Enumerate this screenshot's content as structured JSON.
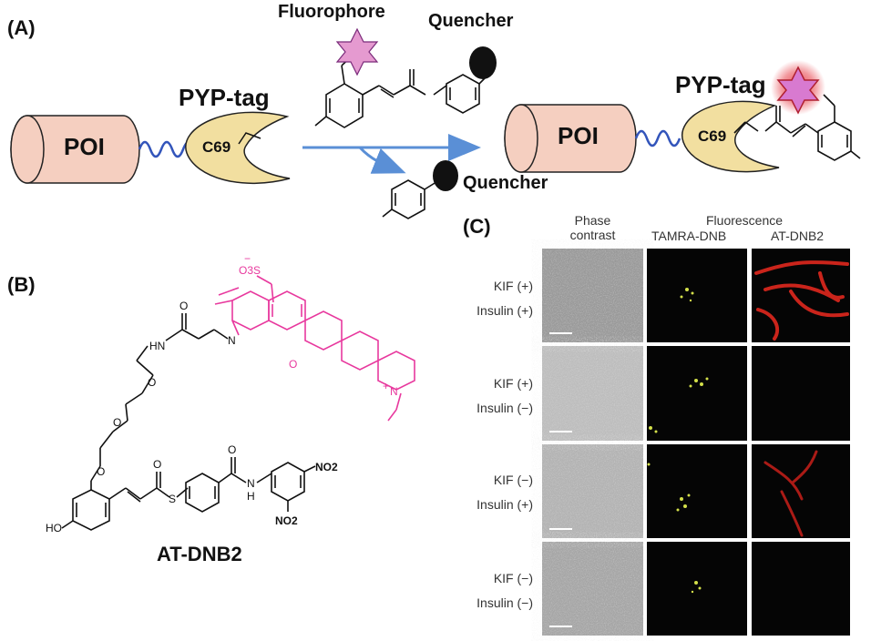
{
  "panelA": {
    "label": "(A)",
    "fluorophore": "Fluorophore",
    "quencher_top": "Quencher",
    "quencher_bottom": "Quencher",
    "pyp_left": "PYP-tag",
    "pyp_right": "PYP-tag",
    "poi_left": "POI",
    "poi_right": "POI",
    "c69_left": "C69",
    "c69_right": "C69"
  },
  "panelB": {
    "label": "(B)",
    "compound": "AT-DNB2",
    "atoms": {
      "ho": "HO",
      "no2_top": "NO2",
      "no2_bottom": "NO2",
      "nh_amide": "HN",
      "n_amide": "N",
      "h_amide": "H",
      "o_ether1": "O",
      "o_ether2": "O",
      "o_ether3": "O",
      "o_carbonyl1": "O",
      "o_carbonyl2": "O",
      "o_carbonyl3": "O",
      "s_thioester": "S",
      "n_ring": "N",
      "n_plus": "N",
      "plus": "+",
      "o_ring": "O",
      "so3": "O3S",
      "minus": "−"
    },
    "colors": {
      "fluor": "#e8399e",
      "bonds": "#111111"
    }
  },
  "panelC": {
    "label": "(C)",
    "col_phase_line1": "Phase",
    "col_phase_line2": "contrast",
    "col_fluor_header": "Fluorescence",
    "col_tamra": "TAMRA-DNB",
    "col_atdnb2": "AT-DNB2",
    "rows": [
      {
        "kif": "KIF (+)",
        "insulin": "Insulin (+)",
        "red_level": 0.9
      },
      {
        "kif": "KIF (+)",
        "insulin": "Insulin (−)",
        "red_level": 0.0
      },
      {
        "kif": "KIF (−)",
        "insulin": "Insulin (+)",
        "red_level": 0.5
      },
      {
        "kif": "KIF (−)",
        "insulin": "Insulin (−)",
        "red_level": 0.0
      }
    ]
  },
  "colors": {
    "poi_fill": "#f5cfc0",
    "pyp_fill": "#f2dfa0",
    "linker": "#3355bb",
    "star": "#e59ad0",
    "star_glow": "#e6323b",
    "arrow": "#5a8fd6"
  }
}
